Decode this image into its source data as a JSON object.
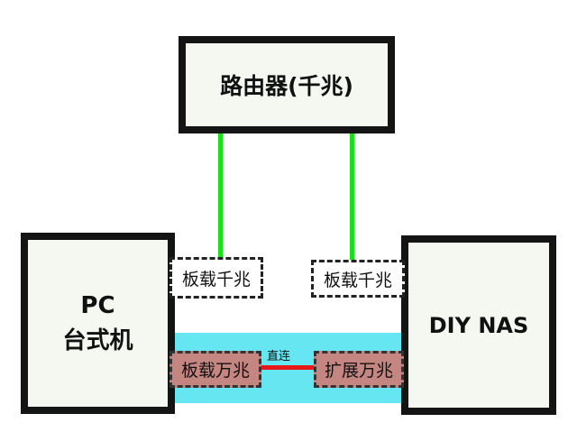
{
  "nodes": {
    "router": {
      "label": "路由器(千兆)"
    },
    "pc": {
      "line1": "PC",
      "line2": "台式机"
    },
    "nas": {
      "label": "DIY NAS"
    }
  },
  "ports": {
    "pc_gigabit": "板载千兆",
    "nas_gigabit": "板载千兆",
    "pc_10g": "板载万兆",
    "nas_10g": "扩展万兆"
  },
  "links": {
    "direct_label": "直连"
  },
  "colors": {
    "gigabit_link": "#19e019",
    "direct_link": "#e81818",
    "ten_gig_band": "#66e6f0",
    "ten_gig_port": "#c58580"
  }
}
